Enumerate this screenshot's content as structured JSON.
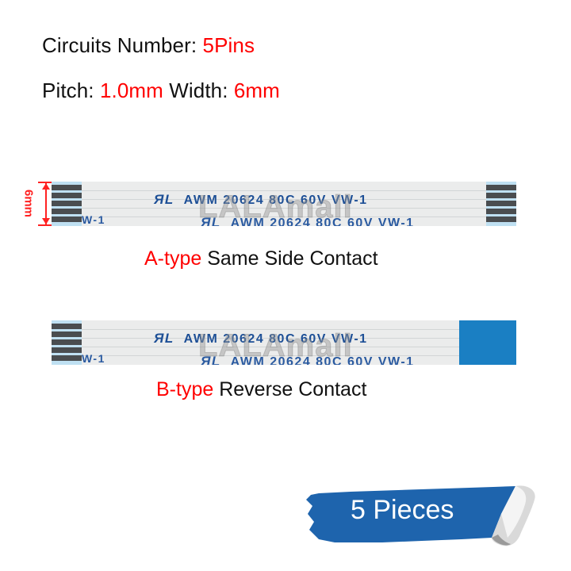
{
  "specs": {
    "circuits_label": "Circuits Number: ",
    "circuits_value": "5Pins",
    "pitch_label": "Pitch: ",
    "pitch_value": "1.0mm",
    "width_label": " Width: ",
    "width_value": "6mm"
  },
  "dimension": {
    "label": "6mm"
  },
  "cable_print": {
    "ul_mark": "ℛ̲",
    "top_line": "AWM  20624  80C  60V  VW-1",
    "bottom_line": "AWM  20624  80C  60V  VW-1",
    "left_fragment": "W-1",
    "watermark": "LALAmall"
  },
  "cables": [
    {
      "type_label": "A-type",
      "description": " Same Side Contact",
      "right_end": "contacts"
    },
    {
      "type_label": "B-type",
      "description": " Reverse Contact",
      "right_end": "blue-stiffener"
    }
  ],
  "badge": {
    "label": "5 Pieces",
    "color": "#1e64ad"
  },
  "colors": {
    "accent_red": "#ff0000",
    "cable_print_blue": "#1d4f96",
    "stiffener_blue": "#1a7fc3"
  }
}
